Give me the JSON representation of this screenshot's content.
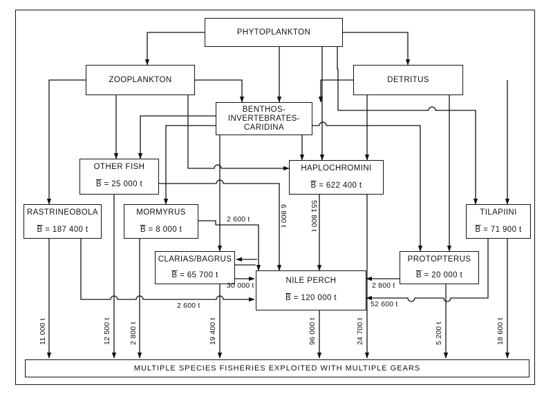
{
  "nodes": {
    "phytoplankton": "PHYTOPLANKTON",
    "zooplankton": "ZOOPLANKTON",
    "detritus": "DETRITUS",
    "benthos": [
      "BENTHOS-",
      "INVERTEBRATES-",
      "CARIDINA"
    ],
    "other_fish": {
      "name": "OTHER FISH",
      "biomass": "= 25 000 t"
    },
    "haplochromini": {
      "name": "HAPLOCHROMINI",
      "biomass": "= 622 400 t"
    },
    "rastrineobola": {
      "name": "RASTRINEOBOLA",
      "biomass": "= 187 400 t"
    },
    "mormyrus": {
      "name": "MORMYRUS",
      "biomass": "= 8 000 t"
    },
    "tilapiini": {
      "name": "TILAPIINI",
      "biomass": "= 71 900 t"
    },
    "clarias": {
      "name": "CLARIAS/BAGRUS",
      "biomass": "= 65 700 t"
    },
    "nile_perch": {
      "name": "NILE PERCH",
      "biomass": "= 120 000 t"
    },
    "protopterus": {
      "name": "PROTOPTERUS",
      "biomass": "= 20 000 t"
    },
    "fisheries": "MULTIPLE SPECIES FISHERIES EXPLOITED WITH MULTIPLE GEARS"
  },
  "biomass_symbol": "B",
  "flows": {
    "mormyrus_to_clarias": "2 600 t",
    "otherfish_to_nileperch": "6 800 t",
    "haplo_to_nileperch": "551 800 t",
    "clarias_to_nileperch": "30 000 t",
    "protopterus_to_nileperch": "2 800 t",
    "rastrineobola_to_nileperch": "2 600 t",
    "tilapiini_to_nileperch": "52 600 t",
    "rastrineobola_catch": "11 000 t",
    "otherfish_catch": "12 500 t",
    "mormyrus_catch": "2 800 t",
    "clarias_catch": "19 400 t",
    "nileperch_catch": "96 000 t",
    "haplo_catch": "24 700 t",
    "protopterus_catch": "5 200 t",
    "tilapiini_catch": "18 600 t"
  }
}
